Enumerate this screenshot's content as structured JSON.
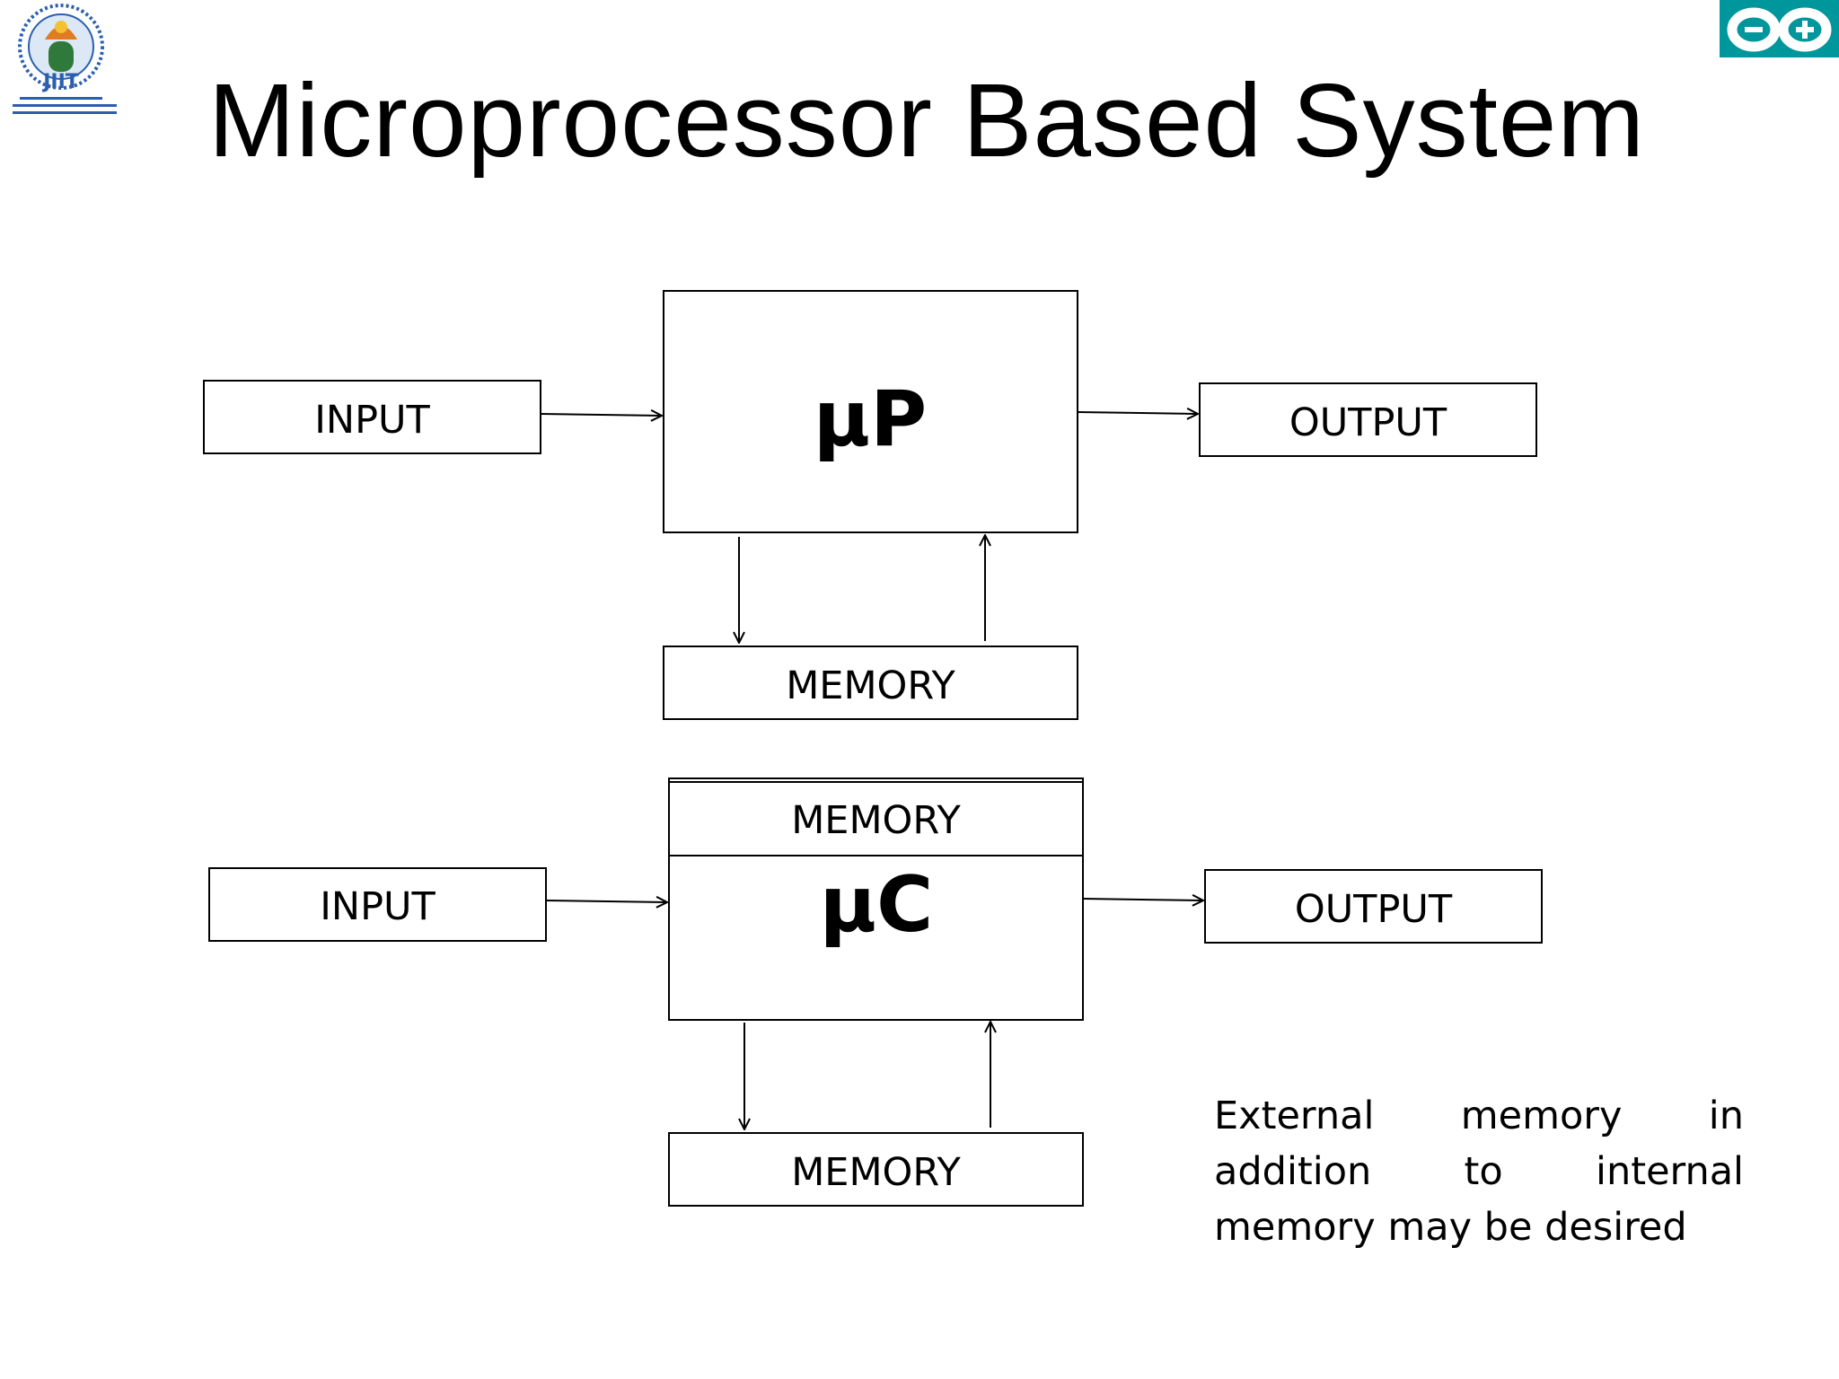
{
  "slide": {
    "title": "Microprocessor Based System",
    "logos": {
      "left": "institute-emblem",
      "left_text": "JIIT",
      "right": "arduino-logo"
    }
  },
  "diagram_top": {
    "input": "INPUT",
    "processor": "µP",
    "output": "OUTPUT",
    "memory": "MEMORY"
  },
  "diagram_bottom": {
    "input": "INPUT",
    "internal_memory": "MEMORY",
    "processor": "µC",
    "output": "OUTPUT",
    "external_memory": "MEMORY"
  },
  "note": {
    "text": "External memory in addition to internal memory may be desired"
  },
  "colors": {
    "stroke": "#000000",
    "arduino_teal": "#00979C",
    "emblem_blue": "#2b5fae",
    "emblem_orange": "#e07b22",
    "emblem_green": "#2f7a3a"
  }
}
